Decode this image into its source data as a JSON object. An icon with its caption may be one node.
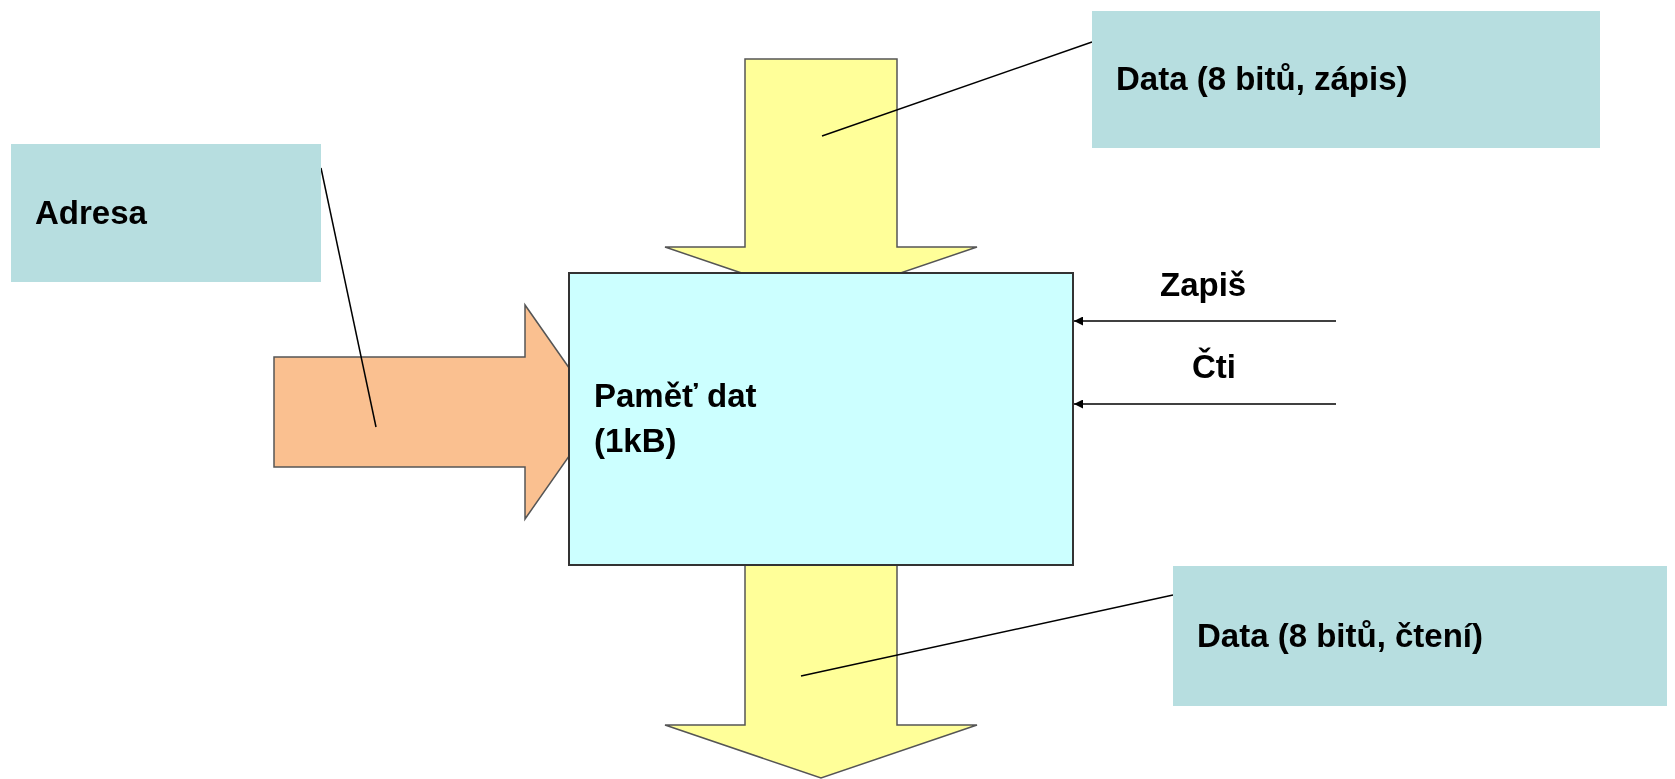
{
  "diagram": {
    "nodes": [
      {
        "text": [
          "Data (8 bitů, zápis)"
        ]
      },
      {
        "text": [
          "Adresa"
        ]
      },
      {
        "text": [
          "Paměť dat (1kB)"
        ]
      },
      {
        "text": [
          "Data (8 bitů, čtení)"
        ]
      }
    ],
    "edges": [
      {
        "from": null,
        "to": 2,
        "arrow": "to",
        "style": "thick",
        "color": "#ffff99"
      },
      {
        "from": null,
        "to": 2,
        "arrow": "to",
        "style": "thick",
        "color": "#fac090"
      },
      {
        "from": 2,
        "to": null,
        "arrow": "to",
        "style": "thick",
        "color": "#ffff99"
      },
      {
        "from": 0,
        "to": null,
        "arrow": "none"
      },
      {
        "from": 1,
        "to": null,
        "arrow": "none"
      },
      {
        "from": null,
        "to": 2,
        "arrow": "to",
        "label": "Zapiš"
      },
      {
        "from": null,
        "to": 2,
        "arrow": "to",
        "label": "Čti"
      },
      {
        "from": 3,
        "to": null,
        "arrow": "none"
      }
    ]
  }
}
